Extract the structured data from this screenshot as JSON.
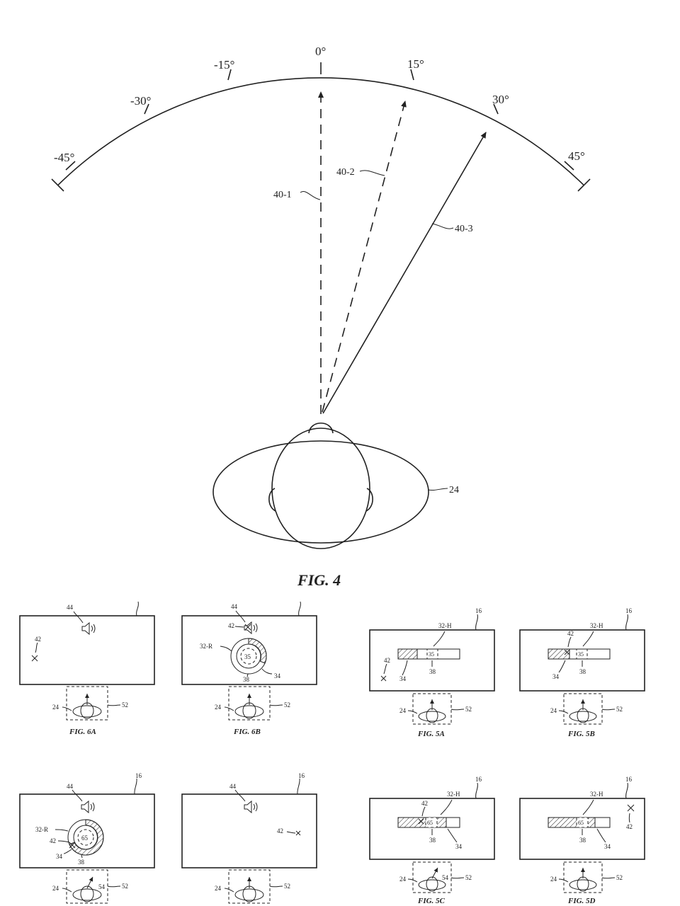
{
  "fig4": {
    "angles": [
      "-45°",
      "-30°",
      "-15°",
      "0°",
      "15°",
      "30°",
      "45°"
    ],
    "arrows": [
      "40-1",
      "40-2",
      "40-3"
    ],
    "user": "24",
    "caption": "FIG. 4"
  },
  "panels": {
    "fig6a": {
      "caption": "FIG. 6A",
      "display": "",
      "target": "42",
      "speaker": "44",
      "user": "24",
      "view": "52"
    },
    "fig6b": {
      "caption": "FIG. 6B",
      "display": "",
      "target": "42",
      "speaker": "44",
      "ring": "32-R",
      "center": "35",
      "fill": "34",
      "inner": "38",
      "user": "24",
      "view": "52"
    },
    "fig6c": {
      "display": "16",
      "target": "42",
      "speaker": "44",
      "ring": "32-R",
      "center": "65",
      "fill": "34",
      "inner": "38",
      "user": "24",
      "view": "52",
      "head_turn": "54"
    },
    "fig6d": {
      "display": "16",
      "target": "42",
      "speaker": "44",
      "user": "24",
      "view": "52"
    },
    "fig5a": {
      "caption": "FIG. 5A",
      "display": "16",
      "bar": "32-H",
      "target": "42",
      "fill": "34",
      "inner": "38",
      "center": "35",
      "user": "24",
      "view": "52"
    },
    "fig5b": {
      "caption": "FIG. 5B",
      "display": "16",
      "bar": "32-H",
      "target": "42",
      "fill": "34",
      "inner": "38",
      "center": "35",
      "user": "24",
      "view": "52"
    },
    "fig5c": {
      "caption": "FIG. 5C",
      "display": "16",
      "bar": "32-H",
      "target": "42",
      "fill": "34",
      "inner": "38",
      "center": "65",
      "user": "24",
      "view": "52",
      "head_turn": "54"
    },
    "fig5d": {
      "caption": "FIG. 5D",
      "display": "16",
      "bar": "32-H",
      "target": "42",
      "fill": "34",
      "inner": "38",
      "center": "65",
      "user": "24",
      "view": "52"
    }
  }
}
